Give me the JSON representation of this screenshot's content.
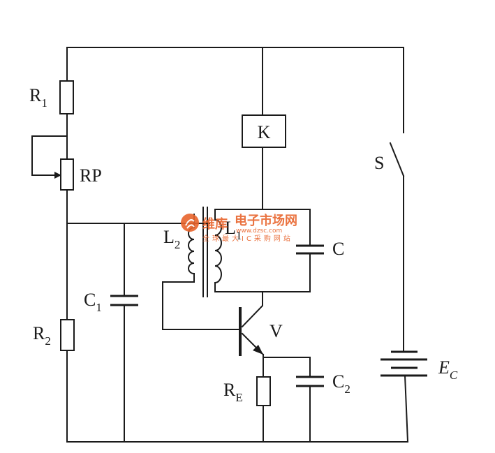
{
  "components": {
    "r1": {
      "name": "R",
      "sub": "1"
    },
    "rp": {
      "name": "RP"
    },
    "r2": {
      "name": "R",
      "sub": "2"
    },
    "c1": {
      "name": "C",
      "sub": "1"
    },
    "l2": {
      "name": "L",
      "sub": "2"
    },
    "l1": {
      "name": "L",
      "sub": "1"
    },
    "c": {
      "name": "C"
    },
    "k": {
      "name": "K"
    },
    "v": {
      "name": "V"
    },
    "re": {
      "name": "R",
      "sub": "E"
    },
    "c2": {
      "name": "C",
      "sub": "2"
    },
    "s": {
      "name": "S"
    },
    "ec": {
      "name": "E",
      "sub": "C"
    }
  },
  "watermark": {
    "brand": "维库",
    "site": "电子市场网",
    "url": "www.dzsc.com",
    "tagline": "全球最大IC采购网站",
    "color": "#e8642c"
  }
}
